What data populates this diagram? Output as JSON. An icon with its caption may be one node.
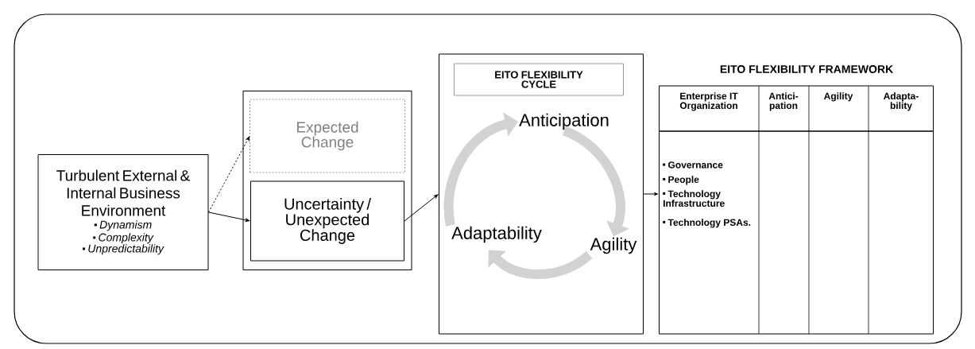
{
  "diagram": {
    "nodes": [
      {
        "text": [
          "Turbulent External & Internal Business Environment",
          "Dynamism",
          "Complexity",
          "Unpredictability"
        ]
      },
      {
        "text": [],
        "shape": "box"
      },
      {
        "text": [
          "Expected Change"
        ],
        "in": 1
      },
      {
        "text": [
          "Uncertainty / Unexpected Change"
        ],
        "in": 1
      },
      {
        "text": [],
        "shape": "box"
      },
      {
        "text": [
          "EITO FLEXIBILITY CYCLE"
        ],
        "in": 4
      },
      {
        "text": [
          "Anticipation"
        ],
        "in": 4
      },
      {
        "text": [
          "Agility"
        ],
        "in": 4
      },
      {
        "text": [
          "Adaptability"
        ],
        "in": 4
      },
      {
        "text": [
          "EITO FLEXIBILITY FRAMEWORK"
        ]
      }
    ],
    "edges": [
      {
        "from": 0,
        "to": 2,
        "arrow": "to",
        "style": "dashed"
      },
      {
        "from": 0,
        "to": 3,
        "arrow": "to"
      },
      {
        "from": 3,
        "to": 4,
        "arrow": "to"
      },
      {
        "from": 4,
        "to": 9,
        "arrow": "to"
      },
      {
        "from": 8,
        "to": 6,
        "arrow": "to",
        "style": "thick",
        "color": "#d2d2d2"
      },
      {
        "from": 6,
        "to": 7,
        "arrow": "to",
        "style": "thick",
        "color": "#d2d2d2"
      },
      {
        "from": 7,
        "to": 8,
        "arrow": "to",
        "style": "thick",
        "color": "#d2d2d2"
      }
    ],
    "labels": [
      "Enterprise IT Organization",
      "Antici- pation",
      "Agility",
      "Adapta- bility",
      "Governance",
      "People",
      "Technology Infrastructure",
      "Technology PSAs."
    ]
  }
}
